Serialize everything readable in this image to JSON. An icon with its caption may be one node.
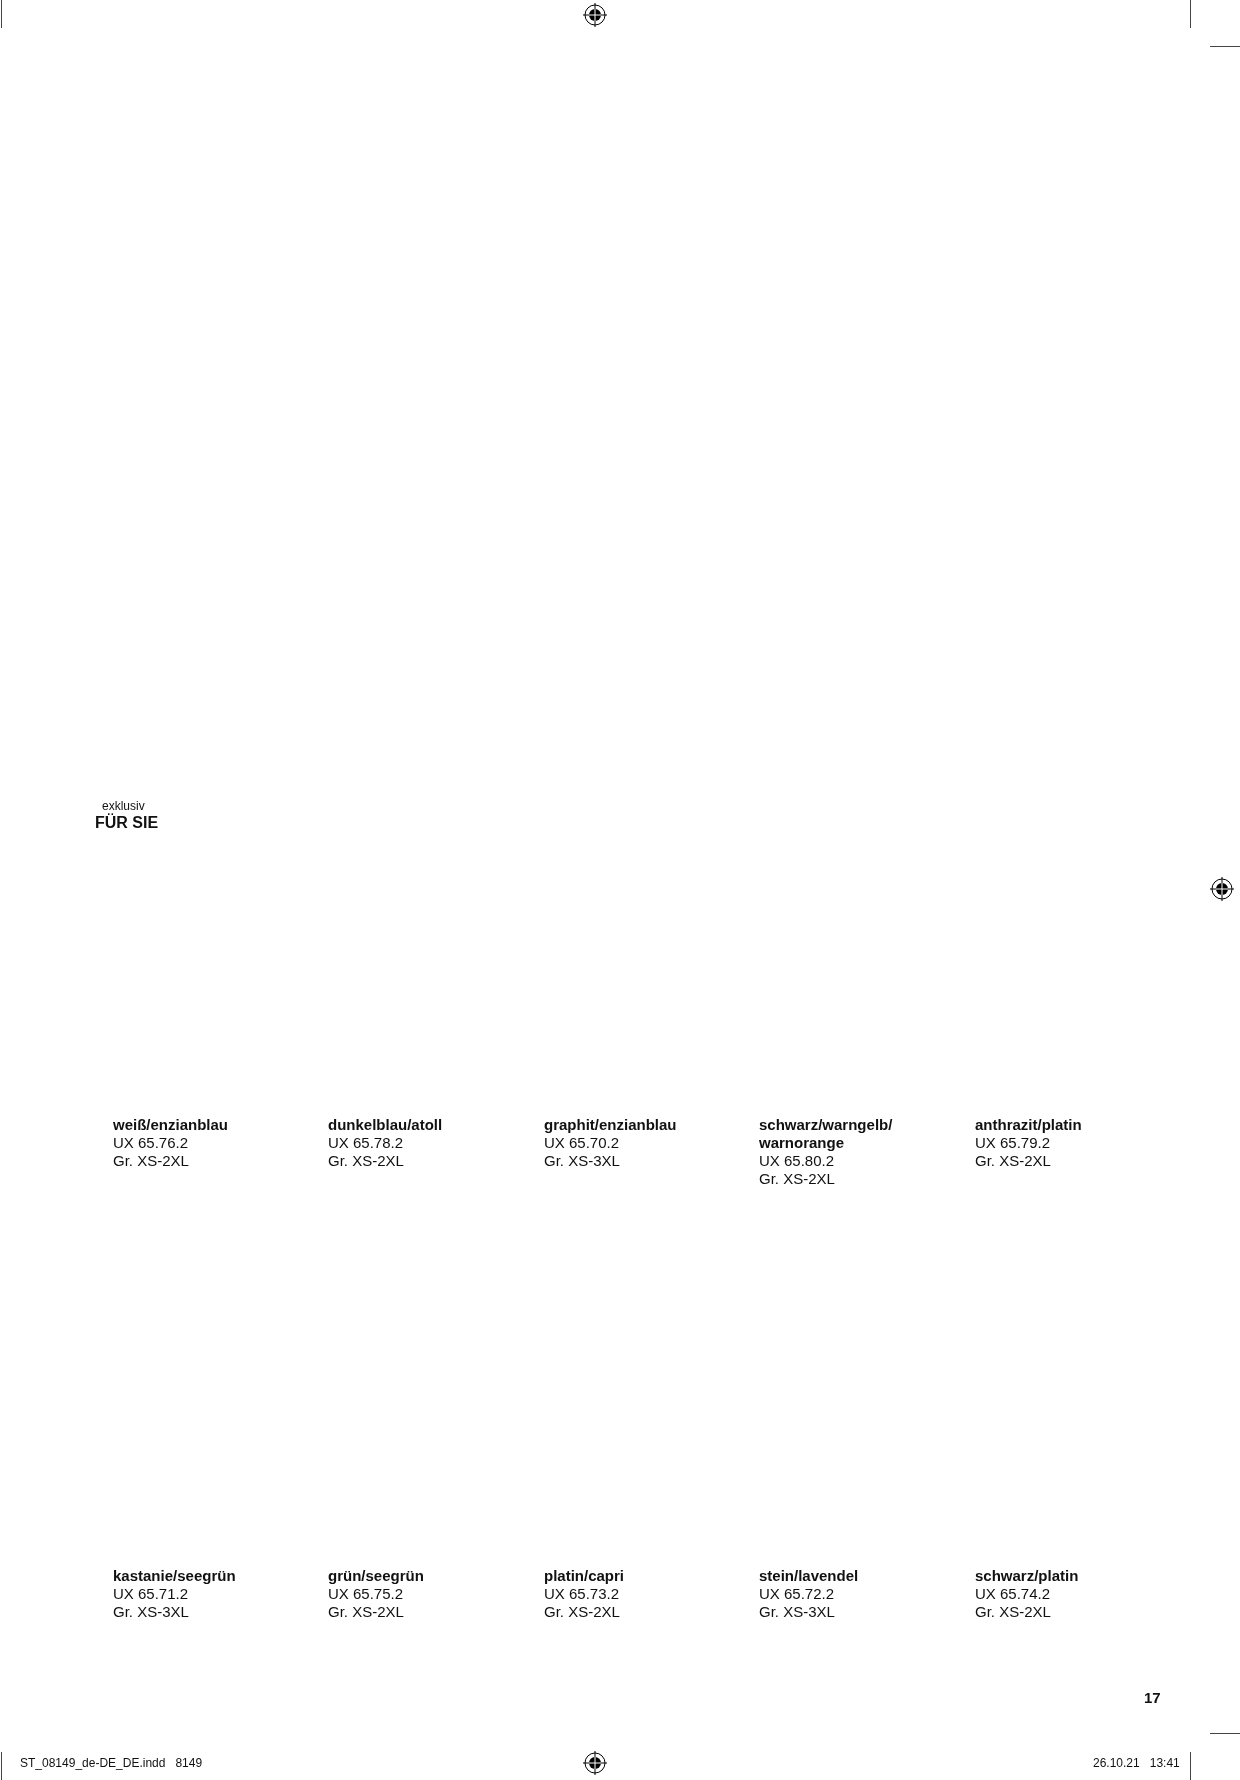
{
  "diagram": {
    "labels": [
      "exklusiv",
      "FÜR SIE",
      "weiß/enzianblau",
      "UX 65.76.2",
      "Gr. XS-2XL",
      "dunkelblau/atoll",
      "UX 65.78.2",
      "Gr. XS-2XL",
      "graphit/enzianblau",
      "UX 65.70.2",
      "Gr. XS-3XL",
      "schwarz/warngelb/ warnorange",
      "UX 65.80.2",
      "Gr. XS-2XL",
      "anthrazit/platin",
      "UX 65.79.2",
      "Gr. XS-2XL",
      "kastanie/seegrün",
      "UX 65.71.2",
      "Gr. XS-3XL",
      "grün/seegrün",
      "UX 65.75.2",
      "Gr. XS-2XL",
      "platin/capri",
      "UX 65.73.2",
      "Gr. XS-2XL",
      "stein/lavendel",
      "UX 65.72.2",
      "Gr. XS-3XL",
      "schwarz/platin",
      "UX 65.74.2",
      "Gr. XS-2XL",
      "17",
      "ST_08149_de-DE_DE.indd   8149",
      "26.10.21   13:41"
    ]
  }
}
